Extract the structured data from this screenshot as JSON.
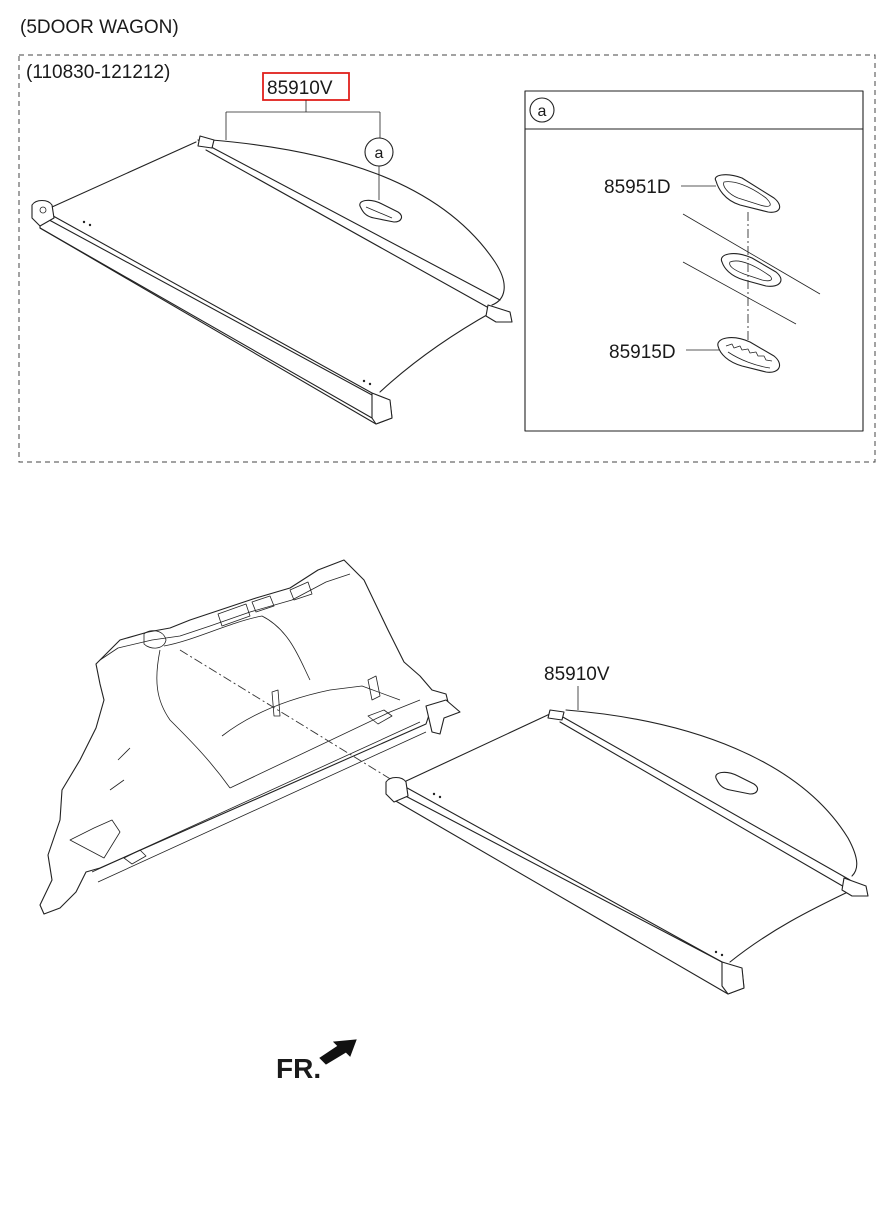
{
  "header": {
    "title": "(5DOOR WAGON)",
    "date_range": "(110830-121212)"
  },
  "detail": {
    "circle_ref": "a",
    "box_ref": "a"
  },
  "parts": {
    "main_highlighted": "85910V",
    "main_lower": "85910V",
    "grommet_outer": "85951D",
    "grommet_inner": "85915D"
  },
  "direction": {
    "label": "FR."
  },
  "colors": {
    "highlight": "#e0201c",
    "line": "#222222"
  }
}
